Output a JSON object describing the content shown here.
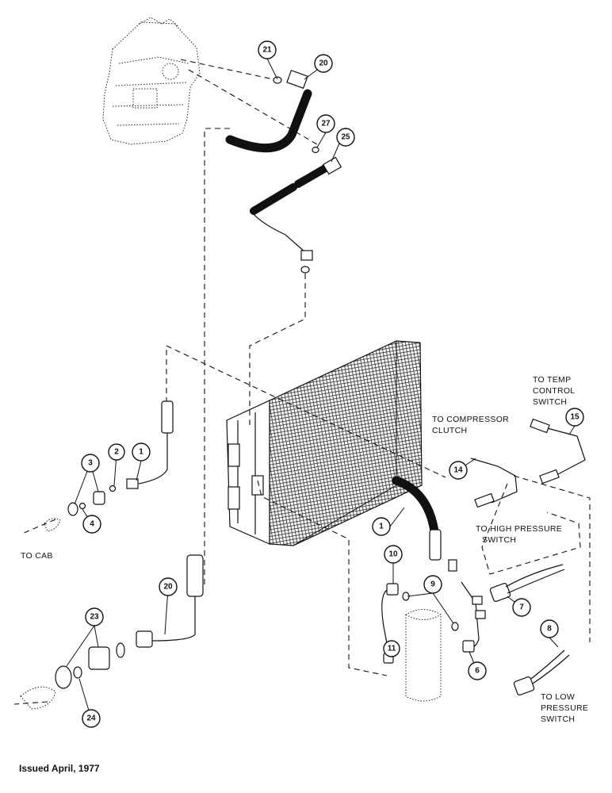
{
  "footer": {
    "issued": "Issued April, 1977"
  },
  "labels": {
    "to_temp_control": [
      "TO TEMP",
      "CONTROL",
      "SWITCH"
    ],
    "to_compressor": [
      "TO COMPRESSOR",
      "CLUTCH"
    ],
    "to_high_pressure": [
      "TO HIGH PRESSURE",
      "SWITCH"
    ],
    "to_low_pressure": [
      "TO LOW",
      "PRESSURE",
      "SWITCH"
    ],
    "to_cab_1": "TO CAB"
  },
  "callouts": [
    "21",
    "20",
    "27",
    "25",
    "15",
    "14",
    "1",
    "2",
    "3",
    "4",
    "1",
    "10",
    "9",
    "20",
    "23",
    "24",
    "11",
    "6",
    "7",
    "8"
  ]
}
